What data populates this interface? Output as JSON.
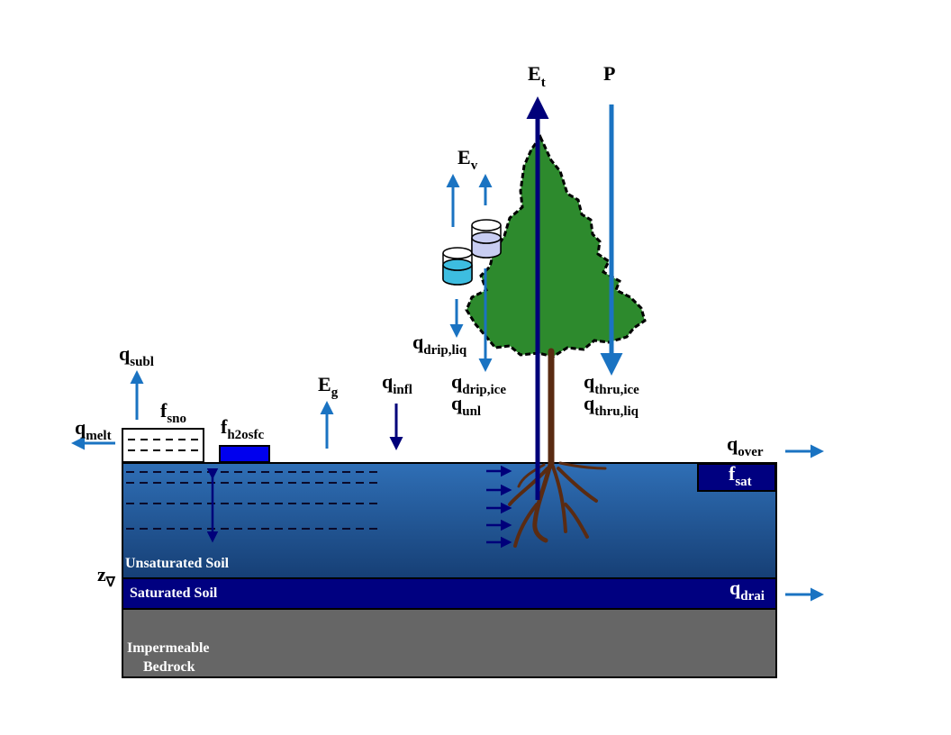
{
  "labels": {
    "et": {
      "main": "E",
      "sub": "t"
    },
    "p": {
      "main": "P"
    },
    "ev": {
      "main": "E",
      "sub": "v"
    },
    "q_subl": {
      "main": "q",
      "sub": "subl"
    },
    "f_sno": {
      "main": "f",
      "sub": "sno"
    },
    "q_melt": {
      "main": "q",
      "sub": "melt"
    },
    "f_h2osfc": {
      "main": "f",
      "sub": "h2osfc"
    },
    "eg": {
      "main": "E",
      "sub": "g"
    },
    "q_infl": {
      "main": "q",
      "sub": "infl"
    },
    "q_drip_liq": {
      "main": "q",
      "sub": "drip,liq"
    },
    "q_drip_ice": {
      "main": "q",
      "sub": "drip,ice"
    },
    "q_unl": {
      "main": "q",
      "sub": "unl"
    },
    "q_thru_ice": {
      "main": "q",
      "sub": "thru,ice"
    },
    "q_thru_liq": {
      "main": "q",
      "sub": "thru,liq"
    },
    "q_over": {
      "main": "q",
      "sub": "over"
    },
    "f_sat": {
      "main": "f",
      "sub": "sat"
    },
    "q_drai": {
      "main": "q",
      "sub": "drai"
    },
    "z_wt": {
      "main": "z",
      "sub": "∇"
    }
  },
  "layers": {
    "unsaturated": "Unsaturated Soil",
    "saturated": "Saturated Soil",
    "bedrock_line1": "Impermeable",
    "bedrock_line2": "Bedrock"
  },
  "colors": {
    "flux_arrow": "#1a73c2",
    "dark_arrow": "#00007a",
    "soil_top": "#2f6fb6",
    "soil_bottom": "#163f75",
    "saturated": "#000080",
    "bedrock": "#666666",
    "tree": "#2d8a2d",
    "trunk": "#5a2b12",
    "surface_water": "#0000ee",
    "canopy_liquid": "#3dbde0",
    "canopy_ice": "#c8cdf2"
  }
}
